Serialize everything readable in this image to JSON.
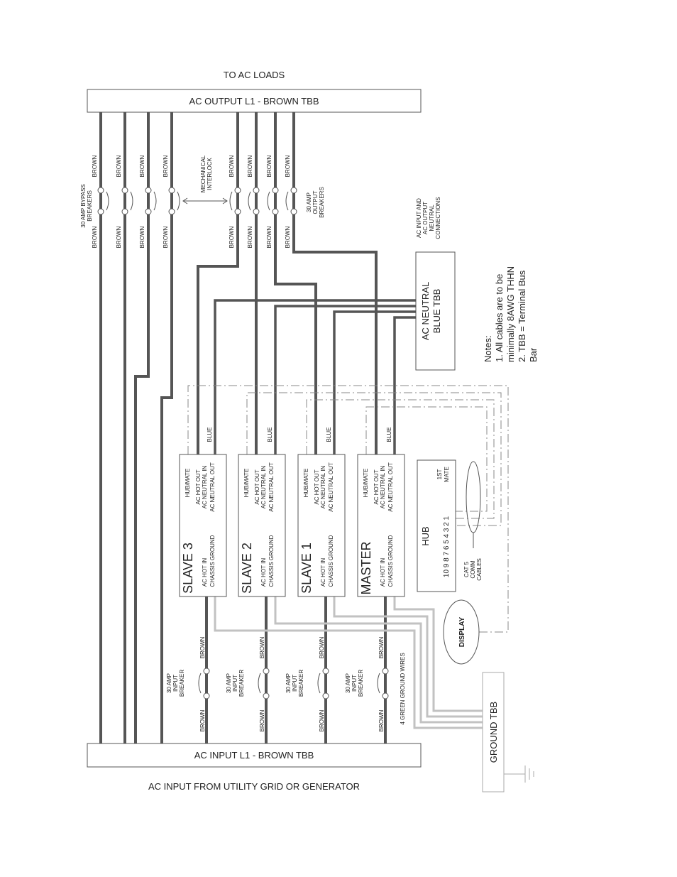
{
  "top_label": "TO AC LOADS",
  "bottom_label": "AC INPUT FROM UTILITY GRID OR GENERATOR",
  "output_tbb": "AC OUTPUT L1 - BROWN TBB",
  "input_tbb": "AC INPUT L1 - BROWN TBB",
  "neutral_tbb": {
    "line1": "AC NEUTRAL",
    "line2": "BLUE TBB"
  },
  "neutral_connections": [
    "AC INPUT AND",
    "AC OUTPUT",
    "NEUTRAL",
    "CONNECTIONS"
  ],
  "ground_tbb": "GROUND TBB",
  "bypass_breakers": [
    "30 AMP BYPASS",
    "BREAKERS"
  ],
  "output_breakers": [
    "30 AMP",
    "OUTPUT",
    "BREAKERS"
  ],
  "interlock": [
    "MECHANICAL",
    "INTERLOCK"
  ],
  "wire_brown": "BROWN",
  "wire_blue": "BLUE",
  "green_ground_wires": "4 GREEN GROUND WIRES",
  "input_breaker": [
    "30 AMP",
    "INPUT",
    "BREAKER"
  ],
  "inverters": [
    {
      "name": "SLAVE 3"
    },
    {
      "name": "SLAVE 2"
    },
    {
      "name": "SLAVE 1"
    },
    {
      "name": "MASTER"
    }
  ],
  "terminals": {
    "hub_mate": "HUB/MATE",
    "hot_out": "AC HOT OUT",
    "neutral_in": "AC NEUTRAL IN",
    "neutral_out": "AC NEUTRAL OUT",
    "hot_in": "AC HOT IN",
    "chassis_ground": "CHASSIS GROUND"
  },
  "hub": {
    "title": "HUB",
    "ports": "10 9 8 7 6 5 4 3 2 1",
    "mate": [
      "1ST",
      "MATE"
    ]
  },
  "cat5": [
    "CAT 5",
    "COMM",
    "CABLES"
  ],
  "display": "DISPLAY",
  "notes": {
    "title": "Notes:",
    "lines": [
      "1. All cables are to be",
      "minimally 8AWG THHN",
      "2. TBB = Terminal Bus",
      "Bar"
    ]
  }
}
